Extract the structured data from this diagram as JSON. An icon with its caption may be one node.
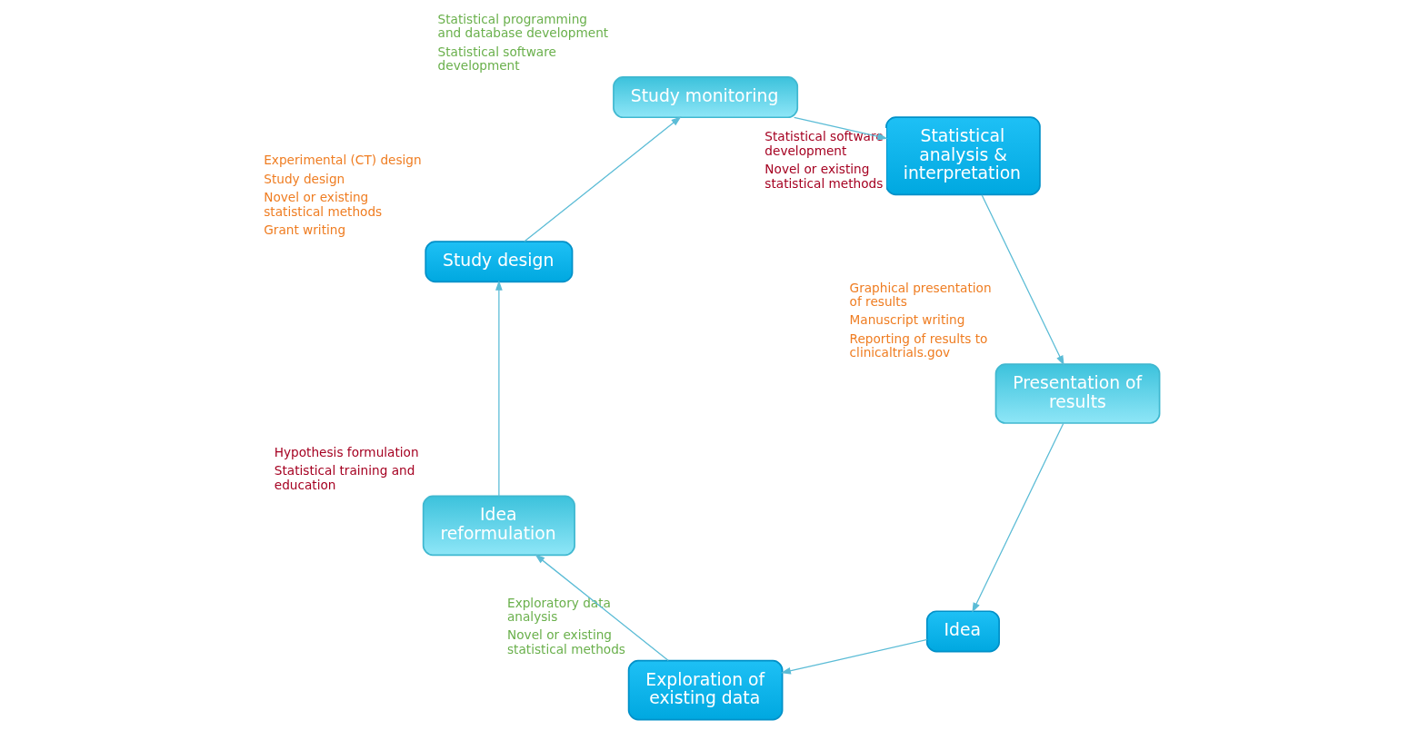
{
  "diagram": {
    "nodes": [
      {
        "text": [
          "Idea"
        ]
      },
      {
        "text": [
          "Presentation of results"
        ],
        "beside": [
          "Graphical presentation of results",
          "Manuscript writing",
          "Reporting of results to clinicaltrials.gov"
        ]
      },
      {
        "text": [
          "Exploration of existing data"
        ],
        "beside": [
          "Exploratory data analysis",
          "Novel or existing statistical methods"
        ]
      },
      {
        "text": [
          "Statistical analysis & interpretation"
        ],
        "beside": [
          "Statistical software development",
          "Novel or existing statistical methods"
        ]
      },
      {
        "text": [
          "Idea reformulation"
        ],
        "beside": [
          "Hypothesis formulation",
          "Statistical training and education"
        ]
      },
      {
        "text": [
          "Study monitoring"
        ],
        "beside": [
          "Statistical programming and database development",
          "Statistical software development"
        ]
      },
      {
        "text": [
          "Study design"
        ],
        "beside": [
          "Experimental (CT) design",
          "Study design",
          "Novel or existing statistical methods",
          "Grant writing"
        ]
      }
    ],
    "edges": [
      {
        "from": 0,
        "to": 2,
        "arrow": "to"
      },
      {
        "from": 2,
        "to": 4,
        "arrow": "to"
      },
      {
        "from": 4,
        "to": 6,
        "arrow": "to"
      },
      {
        "from": 6,
        "to": 5,
        "arrow": "to"
      },
      {
        "from": 5,
        "to": 3,
        "arrow": "to"
      },
      {
        "from": 3,
        "to": 1,
        "arrow": "to"
      },
      {
        "from": 1,
        "to": 0,
        "arrow": "to"
      }
    ]
  }
}
